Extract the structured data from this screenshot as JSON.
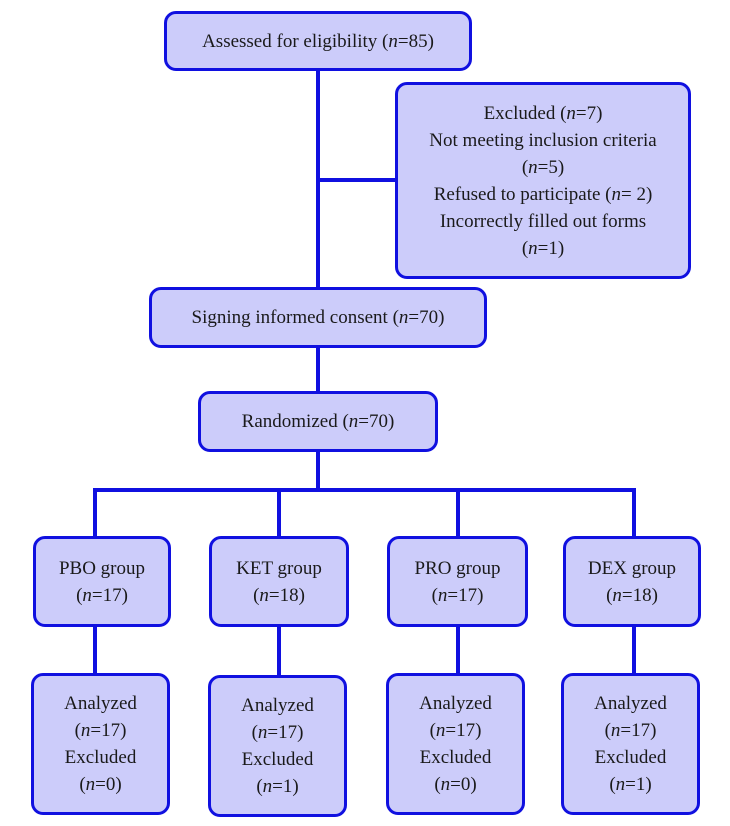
{
  "colors": {
    "box_fill": "#ccccfa",
    "border_and_connectors": "#1010e0"
  },
  "eligibility": {
    "text": "Assessed for eligibility (",
    "n": "n",
    "count": "=85)"
  },
  "excluded": {
    "line1": {
      "text": "Excluded (",
      "n": "n",
      "count": "=7)"
    },
    "line2": "Not meeting inclusion criteria",
    "line3": {
      "pre": "(",
      "n": "n",
      "count": "=5)"
    },
    "line4": {
      "text": "Refused to participate (",
      "n": "n",
      "count": "= 2)"
    },
    "line5": "Incorrectly filled out forms",
    "line6": {
      "pre": "(",
      "n": "n",
      "count": "=1)"
    }
  },
  "consent": {
    "text": "Signing informed consent (",
    "n": "n",
    "count": "=70)"
  },
  "randomized": {
    "text": "Randomized (",
    "n": "n",
    "count": "=70)"
  },
  "groups": [
    {
      "name": "PBO group",
      "pre": "(",
      "n": "n",
      "count": "=17)"
    },
    {
      "name": "KET group",
      "pre": "(",
      "n": "n",
      "count": "=18)"
    },
    {
      "name": "PRO group",
      "pre": "(",
      "n": "n",
      "count": "=17)"
    },
    {
      "name": "DEX group",
      "pre": "(",
      "n": "n",
      "count": "=18)"
    }
  ],
  "outcomes": [
    {
      "analyzed": "Analyzed",
      "a_pre": "(",
      "a_n": "n",
      "a_count": "=17)",
      "excluded": "Excluded",
      "e_pre": "(",
      "e_n": "n",
      "e_count": "=0)"
    },
    {
      "analyzed": "Analyzed",
      "a_pre": "(",
      "a_n": "n",
      "a_count": "=17)",
      "excluded": "Excluded",
      "e_pre": "(",
      "e_n": "n",
      "e_count": "=1)"
    },
    {
      "analyzed": "Analyzed",
      "a_pre": "(",
      "a_n": "n",
      "a_count": "=17)",
      "excluded": "Excluded",
      "e_pre": "(",
      "e_n": "n",
      "e_count": "=0)"
    },
    {
      "analyzed": "Analyzed",
      "a_pre": "(",
      "a_n": "n",
      "a_count": "=17)",
      "excluded": "Excluded",
      "e_pre": "(",
      "e_n": "n",
      "e_count": "=1)"
    }
  ]
}
